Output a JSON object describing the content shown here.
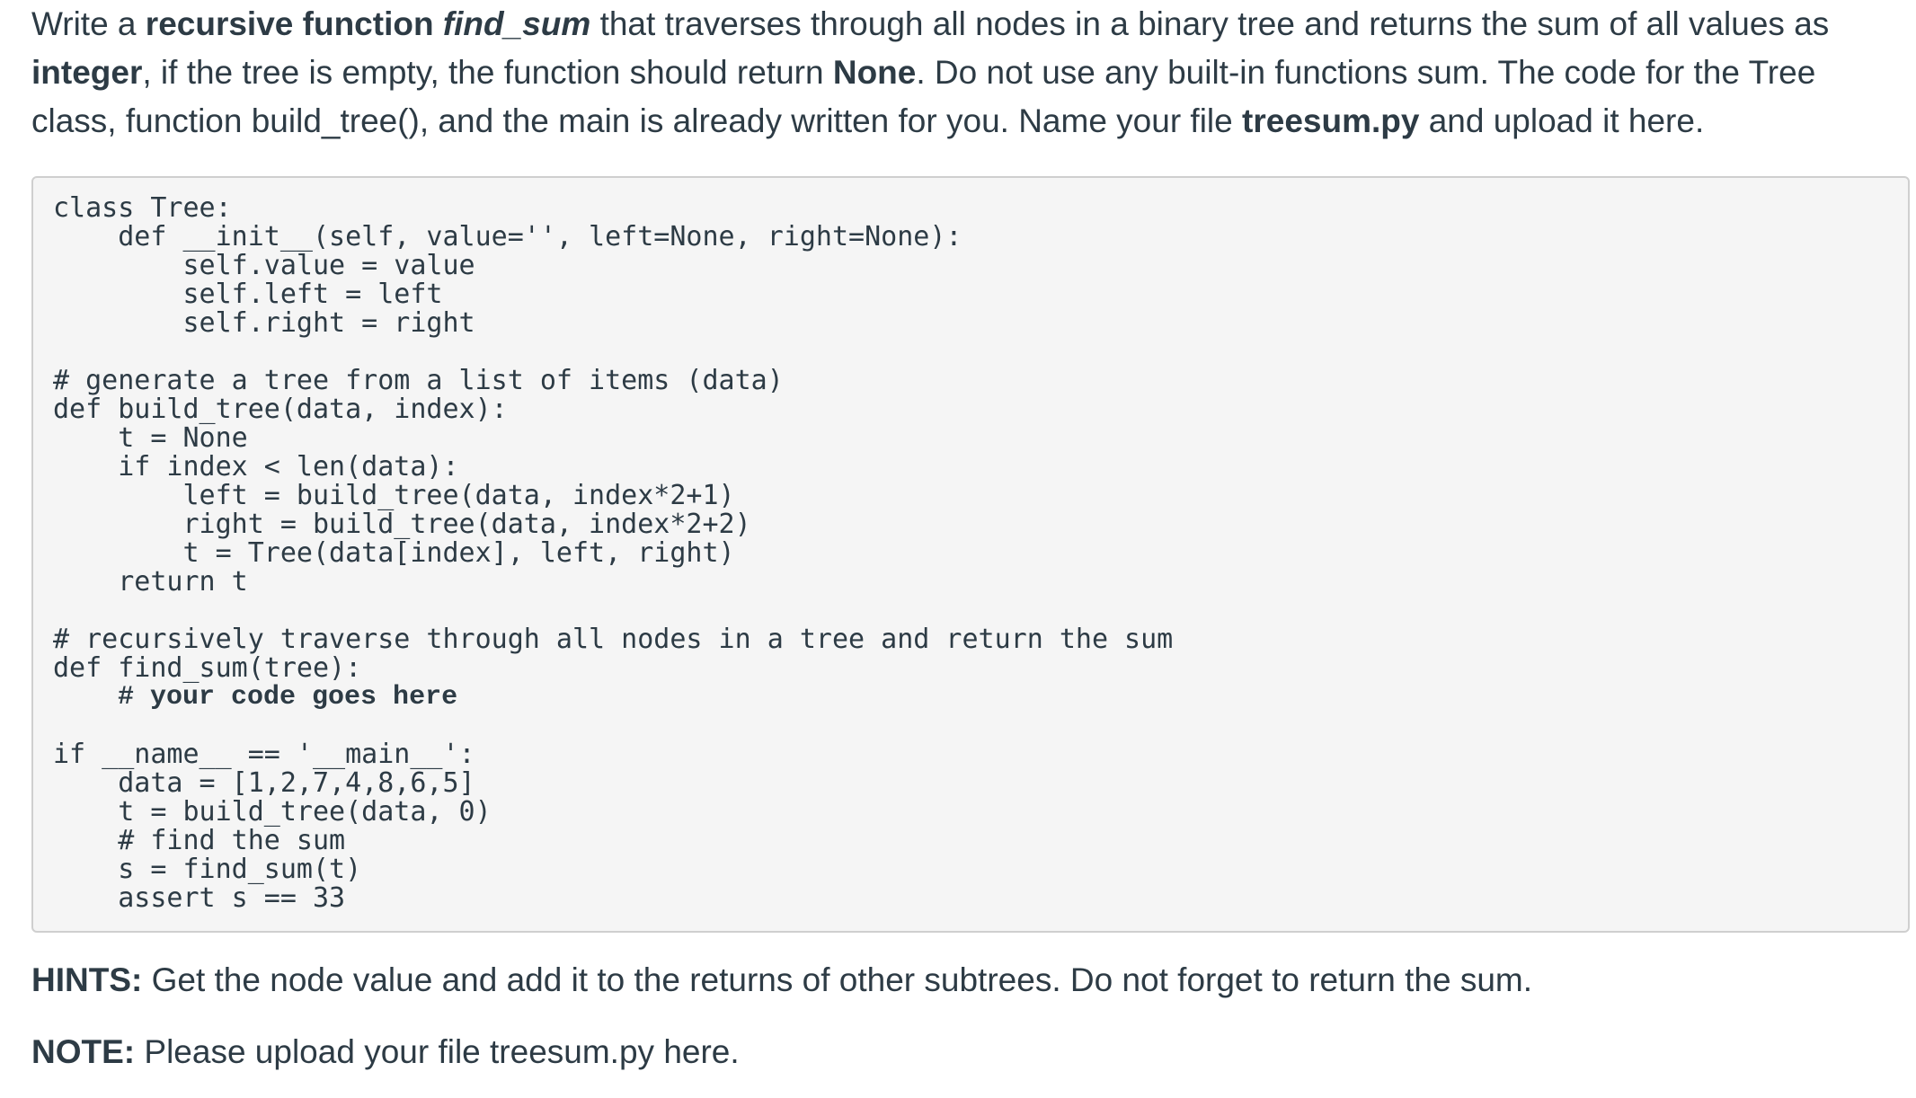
{
  "intro": {
    "t1": "Write a ",
    "b1": "recursive function ",
    "bi1": "find_sum",
    "t2": " that traverses through all nodes in a binary tree and returns the sum of all values as ",
    "b2": "integer",
    "t3": ", if the tree is empty, the function should return ",
    "b3": "None",
    "t4": ". Do not use any built-in functions sum. The code for the Tree class, function build_tree(), and the main is already written for you. Name your file ",
    "b4": "treesum.py",
    "t5": " and upload it here."
  },
  "code": {
    "l1": "class Tree:",
    "l2": "    def __init__(self, value='', left=None, right=None):",
    "l3": "        self.value = value",
    "l4": "        self.left = left",
    "l5": "        self.right = right",
    "l6": "# generate a tree from a list of items (data)",
    "l7": "def build_tree(data, index):",
    "l8": "    t = None",
    "l9": "    if index < len(data):",
    "l10": "        left = build_tree(data, index*2+1)",
    "l11": "        right = build_tree(data, index*2+2)",
    "l12": "        t = Tree(data[index], left, right)",
    "l13": "    return t",
    "l14": "# recursively traverse through all nodes in a tree and return the sum",
    "l15": "def find_sum(tree):",
    "l16": "    # your code goes here",
    "l17": "if __name__ == '__main__':",
    "l18": "    data = [1,2,7,4,8,6,5]",
    "l19": "    t = build_tree(data, 0)",
    "l20": "    # find the sum",
    "l21": "    s = find_sum(t)",
    "l22": "    assert s == 33"
  },
  "hint": {
    "label": "HINTS:",
    "text": " Get the node value and add it to the returns of other subtrees. Do not forget to return the sum."
  },
  "note": {
    "label": "NOTE:",
    "text": " Please upload your file treesum.py here."
  }
}
